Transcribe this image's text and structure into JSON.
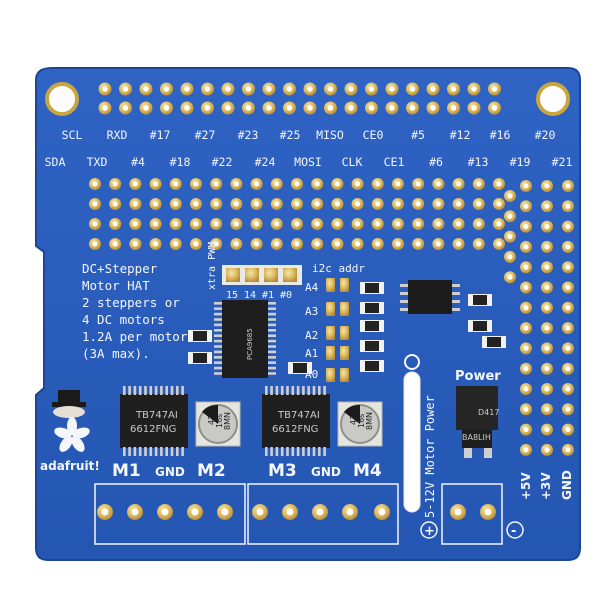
{
  "board": {
    "top_pins_row1": [
      "SCL",
      "RXD",
      "#17",
      "#27",
      "#23",
      "#25",
      "MISO",
      "CE0",
      "#5",
      "#12",
      "#16",
      "#20"
    ],
    "top_pins_row2": [
      "SDA",
      "TXD",
      "#4",
      "#18",
      "#22",
      "#24",
      "MOSI",
      "CLK",
      "CE1",
      "#6",
      "#13",
      "#19",
      "#21"
    ],
    "description_lines": [
      "DC+Stepper",
      "Motor HAT",
      "2 steppers or",
      "4 DC motors",
      "1.2A per motor",
      "(3A max)."
    ],
    "pwm_label": "xtra PWM",
    "pwm_pins": [
      "15",
      "14",
      "#1",
      "#0"
    ],
    "i2c_label": "i2c addr",
    "addr_labels": [
      "A4",
      "A3",
      "A2",
      "A1",
      "A0"
    ],
    "motor_driver_1_text": [
      "TB747AI",
      "6612FNG"
    ],
    "motor_driver_2_text": [
      "TB747AI",
      "6612FNG"
    ],
    "cap_1_text": [
      "47",
      "16s",
      "8MN"
    ],
    "cap_2_text": [
      "47",
      "16s",
      "8MN"
    ],
    "pwm_chip_text": [
      "PCA9685"
    ],
    "regulator_text": [
      "D417",
      "BA8LIH"
    ],
    "motor_labels_left": [
      "M1",
      "GND",
      "M2"
    ],
    "motor_labels_right": [
      "M3",
      "GND",
      "M4"
    ],
    "power_label": "Power",
    "motor_power_label": "5-12V Motor Power",
    "rail_labels": [
      "+5V",
      "+3V",
      "GND"
    ],
    "brand": "adafruit!",
    "plus_sign": "+",
    "minus_sign": "-"
  }
}
